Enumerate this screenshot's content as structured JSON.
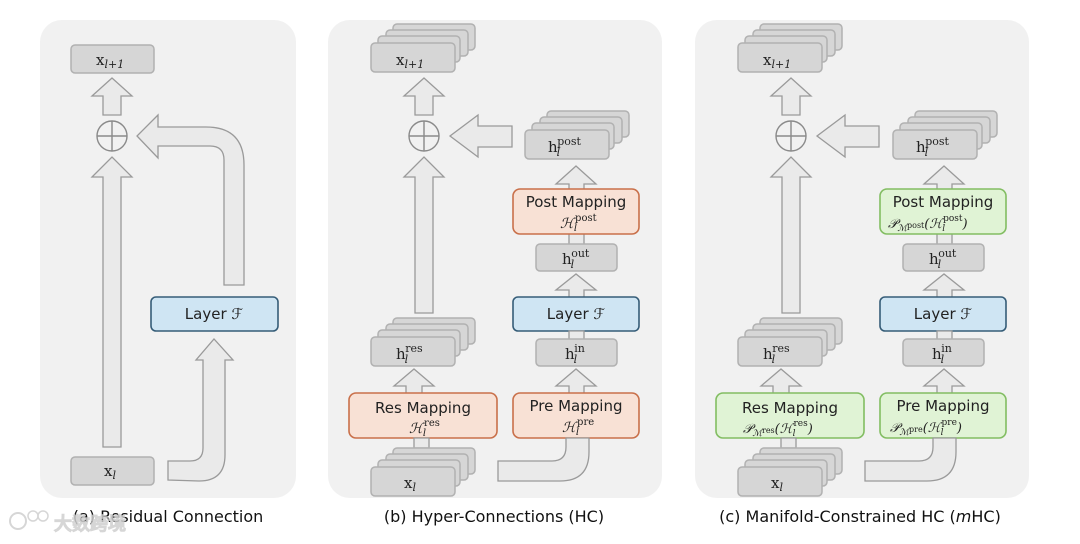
{
  "panels": [
    {
      "id": "a",
      "caption": "(a) Residual Connection",
      "output": {
        "base": "x",
        "sub": "l+1"
      },
      "input": {
        "base": "x",
        "sub": "l"
      },
      "layer": "Layer ℱ"
    },
    {
      "id": "b",
      "caption": "(b) Hyper-Connections (HC)",
      "output": {
        "base": "x",
        "sub": "l+1"
      },
      "input": {
        "base": "x",
        "sub": "l"
      },
      "h_post": {
        "base": "h",
        "sub": "l",
        "sup": "post"
      },
      "h_out": {
        "base": "h",
        "sub": "l",
        "sup": "out"
      },
      "h_in": {
        "base": "h",
        "sub": "l",
        "sup": "in"
      },
      "h_res": {
        "base": "h",
        "sub": "l",
        "sup": "res"
      },
      "layer": "Layer ℱ",
      "post_mapping": {
        "title": "Post Mapping",
        "formula": {
          "base": "ℋ",
          "sub": "l",
          "sup": "post"
        }
      },
      "res_mapping": {
        "title": "Res Mapping",
        "formula": {
          "base": "ℋ",
          "sub": "l",
          "sup": "res"
        }
      },
      "pre_mapping": {
        "title": "Pre Mapping",
        "formula": {
          "base": "ℋ",
          "sub": "l",
          "sup": "pre"
        }
      }
    },
    {
      "id": "c",
      "caption_parts": [
        "(c) Manifold-Constrained HC (",
        "m",
        "HC)"
      ],
      "output": {
        "base": "x",
        "sub": "l+1"
      },
      "input": {
        "base": "x",
        "sub": "l"
      },
      "h_post": {
        "base": "h",
        "sub": "l",
        "sup": "post"
      },
      "h_out": {
        "base": "h",
        "sub": "l",
        "sup": "out"
      },
      "h_in": {
        "base": "h",
        "sub": "l",
        "sup": "in"
      },
      "h_res": {
        "base": "h",
        "sub": "l",
        "sup": "res"
      },
      "layer": "Layer ℱ",
      "post_mapping": {
        "title": "Post Mapping",
        "proj": "𝒫",
        "proj_sub": "ℳ",
        "proj_sup": "post",
        "inner": {
          "base": "ℋ",
          "sub": "l",
          "sup": "post"
        }
      },
      "res_mapping": {
        "title": "Res Mapping",
        "proj": "𝒫",
        "proj_sub": "ℳ",
        "proj_sup": "res",
        "inner": {
          "base": "ℋ",
          "sub": "l",
          "sup": "res"
        }
      },
      "pre_mapping": {
        "title": "Pre Mapping",
        "proj": "𝒫",
        "proj_sub": "ℳ",
        "proj_sup": "pre",
        "inner": {
          "base": "ℋ",
          "sub": "l",
          "sup": "pre"
        }
      }
    }
  ],
  "watermark": "大数跨境",
  "colors": {
    "panel_bg": "#f1f1f1",
    "node_fill": "#d6d6d6",
    "layer_fill": "#cfe5f3",
    "layer_stroke": "#365d78",
    "hc_mapping_fill": "#f8e1d5",
    "hc_mapping_stroke": "#c9704a",
    "mhc_mapping_fill": "#e0f3d5",
    "mhc_mapping_stroke": "#82bd62"
  }
}
